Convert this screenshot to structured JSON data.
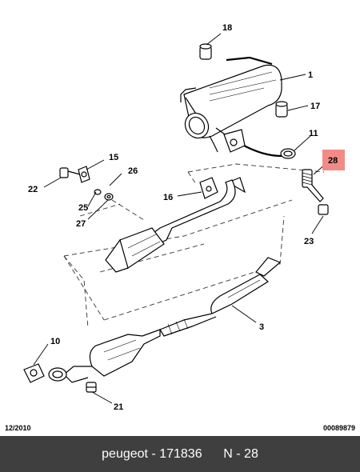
{
  "colors": {
    "caption_bg": "#3f3f3f",
    "highlight": "#f28b86"
  },
  "callouts": {
    "p1": "1",
    "p3": "3",
    "p10": "10",
    "p11": "11",
    "p15": "15",
    "p16": "16",
    "p17": "17",
    "p18": "18",
    "p21": "21",
    "p22": "22",
    "p23": "23",
    "p25": "25",
    "p26": "26",
    "p27": "27",
    "p28": "28"
  },
  "footer": {
    "date": "12/2010",
    "code": "00089879"
  },
  "caption": {
    "brand": "peugeot",
    "part": "171836",
    "position": "N - 28"
  }
}
